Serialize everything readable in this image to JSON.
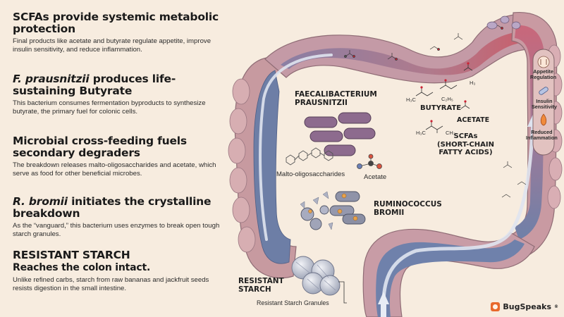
{
  "sections": [
    {
      "heading": "SCFAs provide systemic metabolic protection",
      "body": "Final products like acetate and butyrate regulate appetite, improve insulin sensitivity, and reduce inflammation."
    },
    {
      "heading_italic": "F. prausnitzii",
      "heading_rest": " produces life-sustaining Butyrate",
      "body": "This bacterium consumes fermentation byproducts to synthesize butyrate, the primary fuel for colonic cells."
    },
    {
      "heading": "Microbial cross-feeding fuels secondary degraders",
      "body": "The breakdown releases malto-oligosaccharides and acetate, which serve as food for other beneficial microbes."
    },
    {
      "heading_italic": "R. bromii",
      "heading_rest": " initiates the crystalline breakdown",
      "body": "As the “vanguard,” this bacterium uses enzymes to break open tough starch granules."
    },
    {
      "heading": "RESISTANT STARCH",
      "subheading": "Reaches the colon intact.",
      "body": "Unlike refined carbs, starch from raw bananas and jackfruit seeds resists digestion in the small intestine."
    }
  ],
  "diagram": {
    "faecali_label": "FAECALIBACTERIUM\nPRAUSNITZII",
    "butyrate_label": "BUTYRATE",
    "acetate_label": "ACETATE",
    "scfa_label": "SCFAs\n(SHORT-CHAIN\nFATTY ACIDS)",
    "malto_label": "Malto-oligosaccharides",
    "acetate_small_label": "Acetate",
    "rumino_label": "RUMINOCOCCUS\nBROMII",
    "resistant_label": "RESISTANT\nSTARCH",
    "granules_label": "Resistant Starch Granules",
    "benefits": [
      "Appetite\nRegulation",
      "Insulin\nSensitivity",
      "Reduced\nInflammation"
    ],
    "chem": {
      "c2h5": "C₂H₅",
      "h3_a": "H₃",
      "h3c_a": "H₃C",
      "h3c_b": "H₃C",
      "ch3": "CH₃"
    }
  },
  "brand": {
    "name": "BugSpeaks",
    "mark": "®"
  },
  "colors": {
    "background": "#f7ecdf",
    "colon_outer": "#b88a92",
    "colon_inner": "#6f7fa6",
    "bacteria_f": "#8e6a8a",
    "bacteria_r": "#8a8ea3",
    "accent": "#e8692c"
  }
}
